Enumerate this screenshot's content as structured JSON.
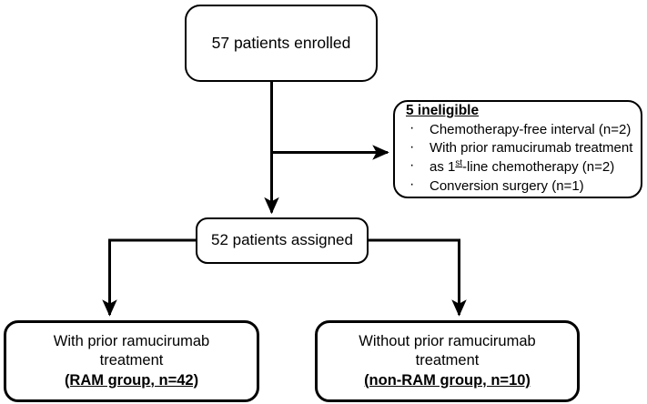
{
  "diagram": {
    "title": "Patient enrollment flow diagram",
    "type": "flowchart",
    "colors": {
      "stroke": "#000000",
      "fill": "#ffffff",
      "text": "#000000"
    }
  },
  "nodes": {
    "enrolled": {
      "label": "57 patients enrolled",
      "count": 57
    },
    "ineligible": {
      "heading": "5 ineligible",
      "count": 5,
      "reasons": [
        {
          "text": "Chemotherapy-free interval (n=2)",
          "n": 2
        },
        {
          "text_part1": "With prior ramucirumab treatment",
          "text_part2_pre": "as 1",
          "ordinal": "st",
          "text_part2_post": "-line chemotherapy (n=2)",
          "n": 2
        },
        {
          "text": "Conversion surgery (n=1)",
          "n": 1
        }
      ]
    },
    "assigned": {
      "label": "52 patients assigned",
      "count": 52
    },
    "ram_group": {
      "line1": "With prior ramucirumab",
      "line2": "treatment",
      "line3": "(RAM group, n=42)",
      "n": 42
    },
    "nonram_group": {
      "line1": "Without prior ramucirumab",
      "line2": "treatment",
      "line3": "(non-RAM group, n=10)",
      "n": 10
    }
  },
  "edges": [
    {
      "name": "enrolled-to-assigned",
      "from": "enrolled",
      "to": "assigned",
      "arrow": true
    },
    {
      "name": "enrolled-to-ineligible",
      "from": "enrolled",
      "to": "ineligible",
      "arrow": true
    },
    {
      "name": "assigned-to-ram",
      "from": "assigned",
      "to": "ram_group",
      "arrow": true
    },
    {
      "name": "assigned-to-nonram",
      "from": "assigned",
      "to": "nonram_group",
      "arrow": true
    }
  ]
}
